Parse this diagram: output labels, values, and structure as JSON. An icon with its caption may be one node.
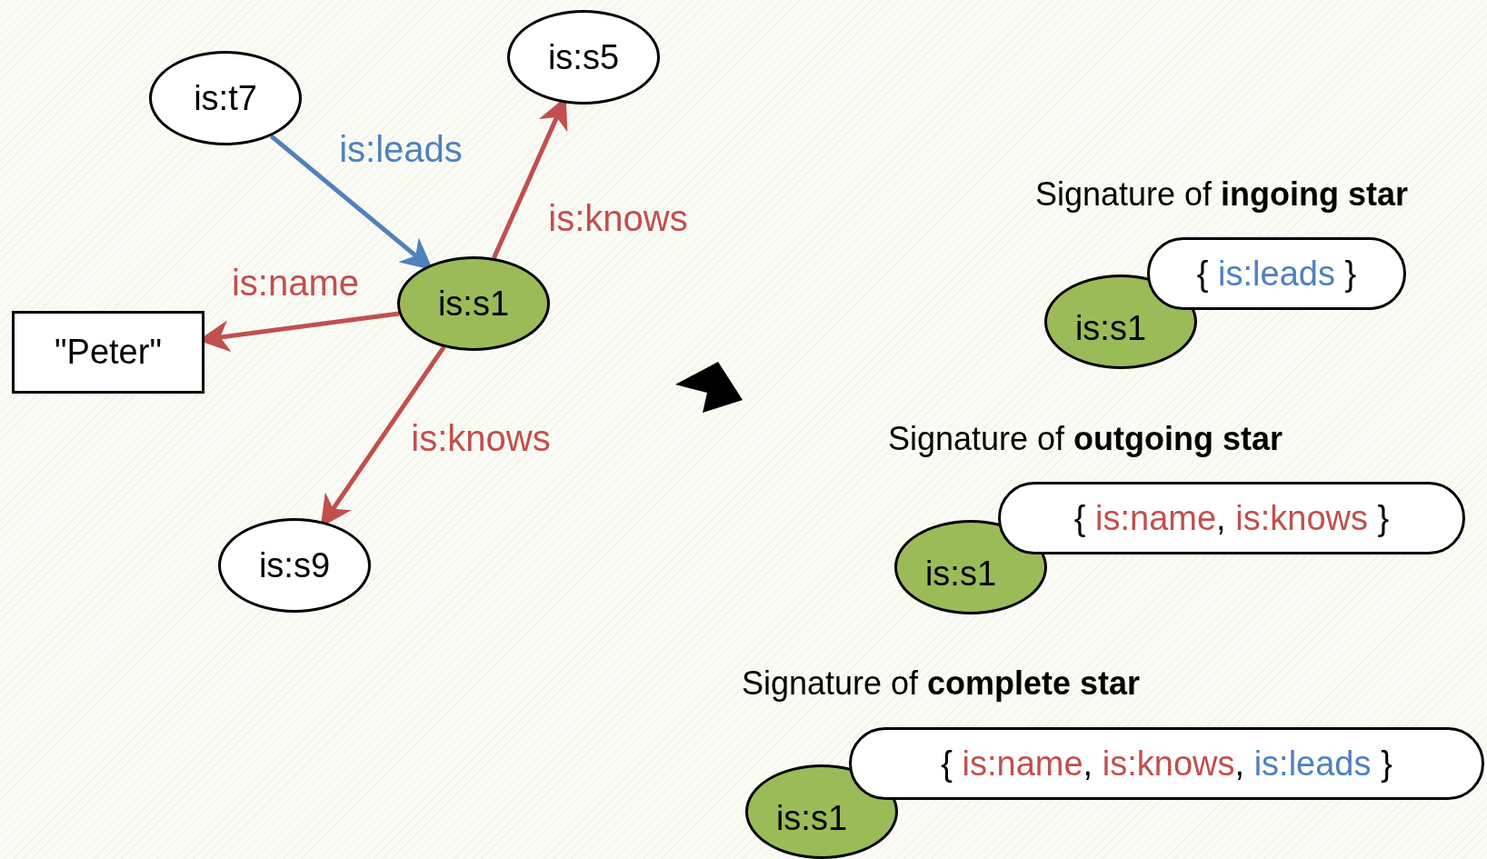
{
  "diagram": {
    "nodes": [
      {
        "text": [
          "is:t7"
        ]
      },
      {
        "text": [
          "is:s5"
        ]
      },
      {
        "text": [
          "is:s1"
        ]
      },
      {
        "text": [
          "\"Peter\""
        ]
      },
      {
        "text": [
          "is:s9"
        ]
      },
      {
        "text": [
          "is:s1"
        ]
      },
      {
        "text": [
          "{",
          "is:leads",
          "}"
        ]
      },
      {
        "text": [
          "is:s1"
        ]
      },
      {
        "text": [
          "{",
          "is:name",
          ",",
          "is:knows",
          "}"
        ]
      },
      {
        "text": [
          "is:s1"
        ]
      },
      {
        "text": [
          "{",
          "is:name",
          ",",
          "is:knows",
          ",",
          "is:leads",
          "}"
        ]
      }
    ],
    "edges": [
      {
        "from": 0,
        "to": 2,
        "arrow": "to",
        "label": "is:leads",
        "color": "#4f81bd"
      },
      {
        "from": 2,
        "to": 1,
        "arrow": "to",
        "label": "is:knows"
      },
      {
        "from": 2,
        "to": 3,
        "arrow": "to",
        "label": "is:name"
      },
      {
        "from": 2,
        "to": 4,
        "arrow": "to",
        "label": "is:knows"
      }
    ],
    "labels": [
      "Signature of **ingoing star**",
      "Signature of **outgoing star**",
      "Signature of **complete star**"
    ]
  }
}
